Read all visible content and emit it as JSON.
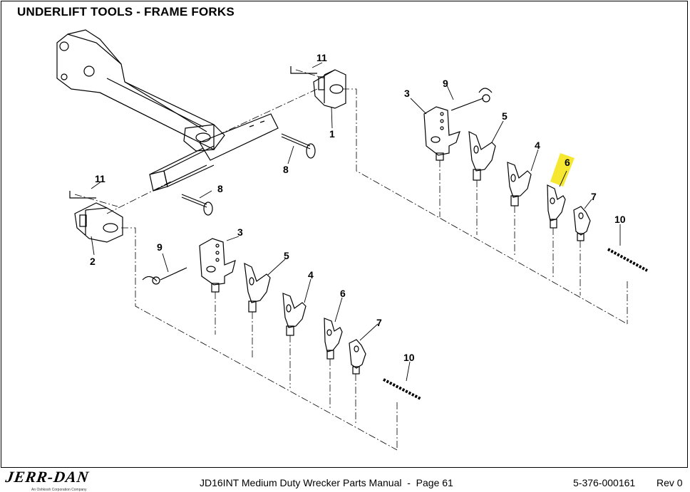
{
  "page": {
    "title": "UNDERLIFT TOOLS - FRAME FORKS"
  },
  "callouts": {
    "c1": "1",
    "c2": "2",
    "c3a": "3",
    "c3b": "3",
    "c4a": "4",
    "c4b": "4",
    "c5a": "5",
    "c5b": "5",
    "c6a": "6",
    "c6b": "6",
    "c7a": "7",
    "c7b": "7",
    "c8a": "8",
    "c8b": "8",
    "c9a": "9",
    "c9b": "9",
    "c10a": "10",
    "c10b": "10",
    "c11a": "11",
    "c11b": "11"
  },
  "highlight_color": "#f5e61a",
  "footer": {
    "logo": "JERR-DAN",
    "logo_sub": "An Oshkosh Corporation Company",
    "manual": "JD16INT Medium Duty Wrecker Parts Manual  -  Page 61",
    "doc_number": "5-376-000161",
    "revision": "Rev 0"
  }
}
